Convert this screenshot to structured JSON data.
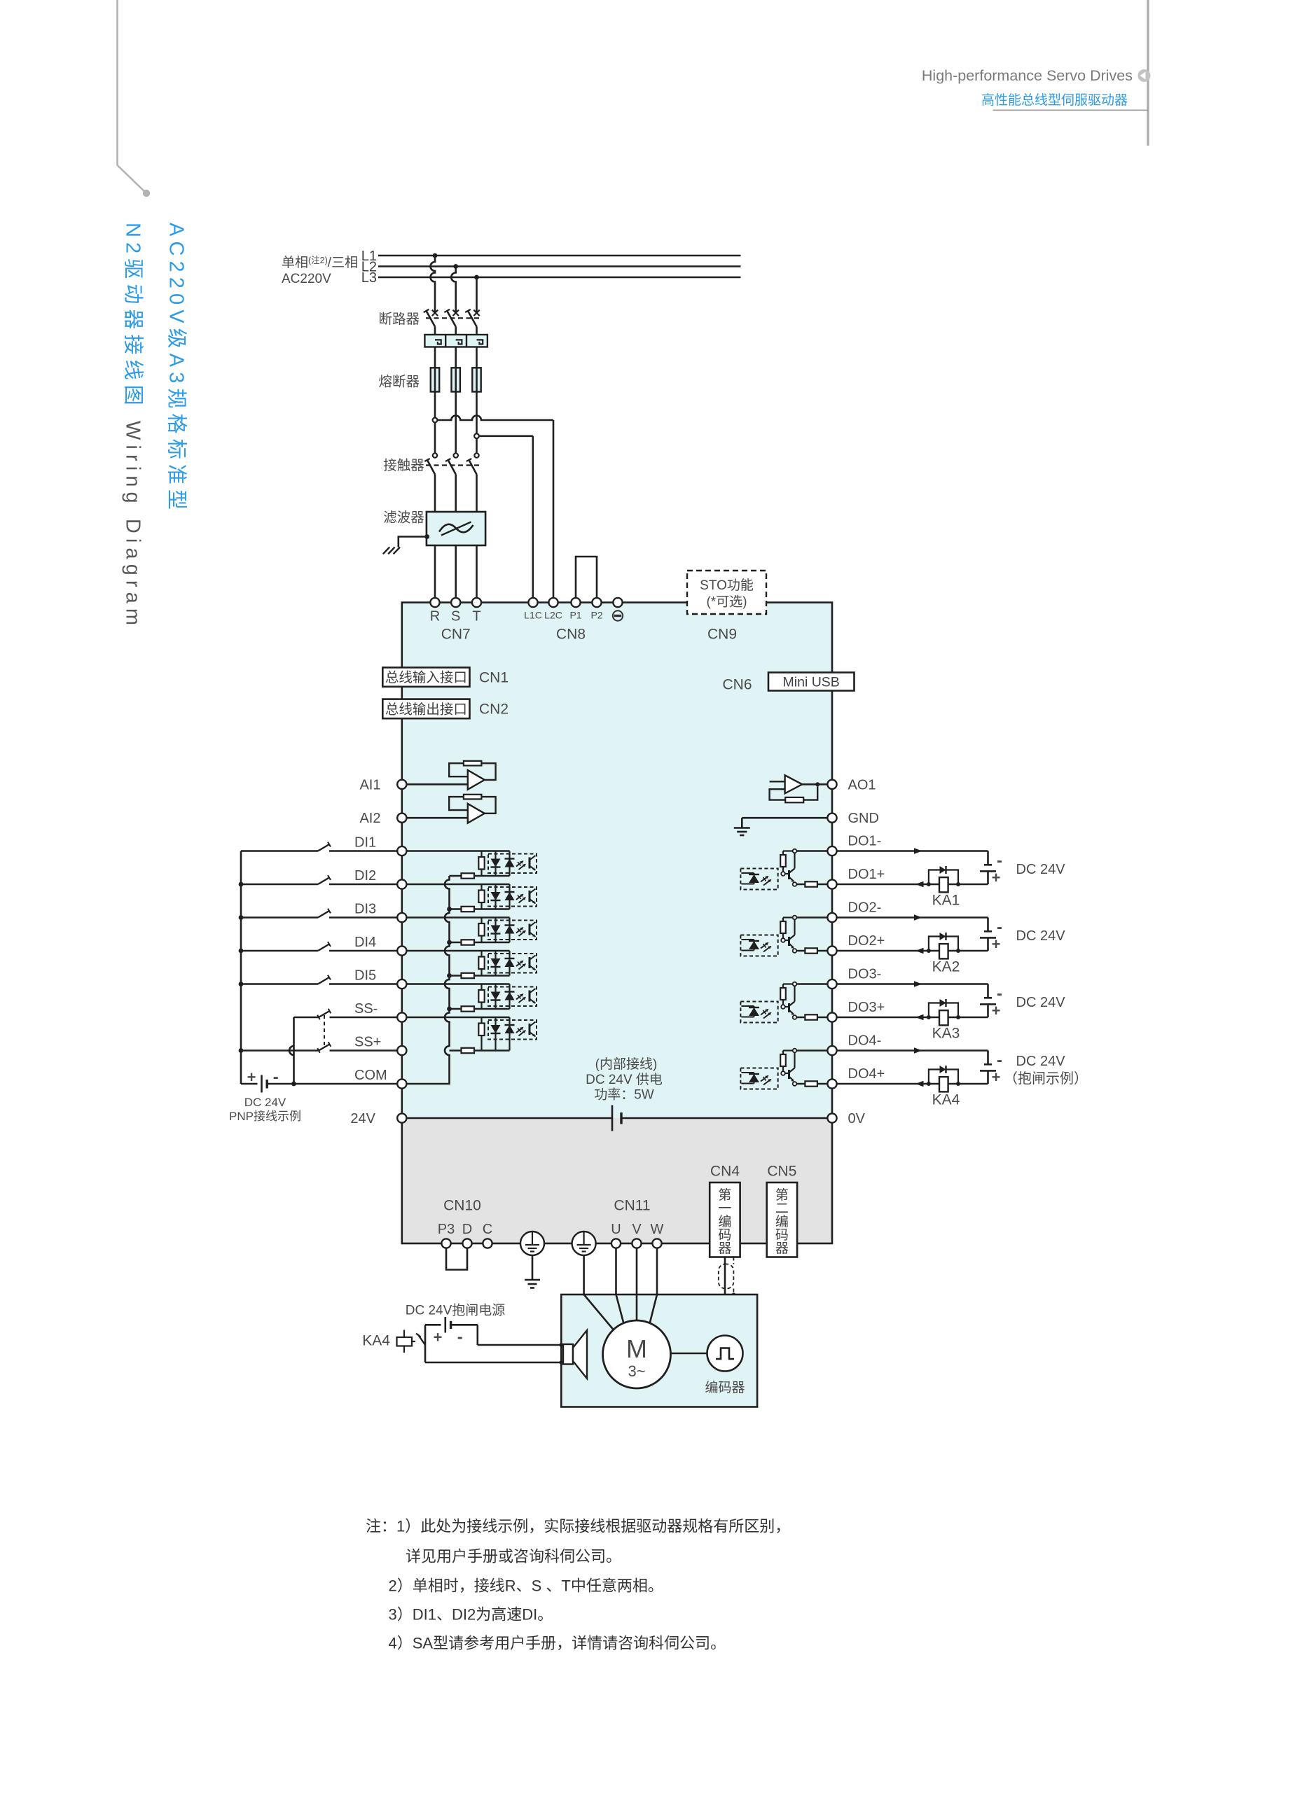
{
  "header": {
    "title_en": "High-performance Servo Drives",
    "title_zh": "高性能总线型伺服驱动器",
    "side_title1": "AC220V级A3规格标准型",
    "side_title2_zh": "N2驱动器接线图",
    "side_title2_en": " Wiring Diagram"
  },
  "power": {
    "phases": [
      "L1",
      "L2",
      "L3"
    ],
    "src1": "单相",
    "src_sup": "(注2)",
    "src2": "/三相",
    "src3": "AC220V",
    "breaker": "断路器",
    "fuse": "熔断器",
    "contactor": "接触器",
    "filter": "滤波器"
  },
  "drive": {
    "top_pins": [
      "R",
      "S",
      "T"
    ],
    "cn8_pins": [
      "L1C",
      "L2C",
      "P1",
      "P2"
    ],
    "cn": {
      "cn1": "CN1",
      "cn2": "CN2",
      "cn4": "CN4",
      "cn5": "CN5",
      "cn6": "CN6",
      "cn7": "CN7",
      "cn8": "CN8",
      "cn9": "CN9",
      "cn10": "CN10",
      "cn11": "CN11"
    },
    "sto1": "STO功能",
    "sto2": "(*可选)",
    "bus_in": "总线输入接口",
    "bus_out": "总线输出接口",
    "mini_usb": "Mini USB",
    "left_pins": [
      "AI1",
      "AI2",
      "DI1",
      "DI2",
      "DI3",
      "DI4",
      "DI5",
      "SS-",
      "SS+",
      "COM",
      "24V"
    ],
    "right_pins": [
      "AO1",
      "GND",
      "DO1-",
      "DO1+",
      "DO2-",
      "DO2+",
      "DO3-",
      "DO3+",
      "DO4-",
      "DO4+",
      "0V"
    ],
    "internal": [
      "(内部接线)",
      "DC 24V 供电",
      "功率：5W"
    ],
    "bottom_pins": [
      "P3",
      "D",
      "C",
      "U",
      "V",
      "W"
    ],
    "enc1": "第一编码器",
    "enc2": "第二编码器"
  },
  "left_ext": {
    "plus": "+",
    "minus": "-",
    "dc24v": "DC 24V",
    "pnp": "PNP接线示例"
  },
  "do_ext": {
    "relays": [
      "KA1",
      "KA2",
      "KA3",
      "KA4"
    ],
    "dc24v": "DC 24V",
    "brake_note": "（抱闸示例）",
    "plus": "+",
    "minus": "-"
  },
  "motor": {
    "m": "M",
    "phase": "3~",
    "encoder": "编码器",
    "brake_relay": "KA4",
    "brake_power": "DC 24V抱闸电源",
    "plus": "+",
    "minus": "-"
  },
  "notes": {
    "lines": [
      "注：1）此处为接线示例，实际接线根据驱动器规格有所区别，",
      "详见用户手册或咨询科伺公司。",
      "2）单相时，接线R、S 、T中任意两相。",
      "3）DI1、DI2为高速DI。",
      "4）SA型请参考用户手册，详情请咨询科伺公司。"
    ]
  }
}
